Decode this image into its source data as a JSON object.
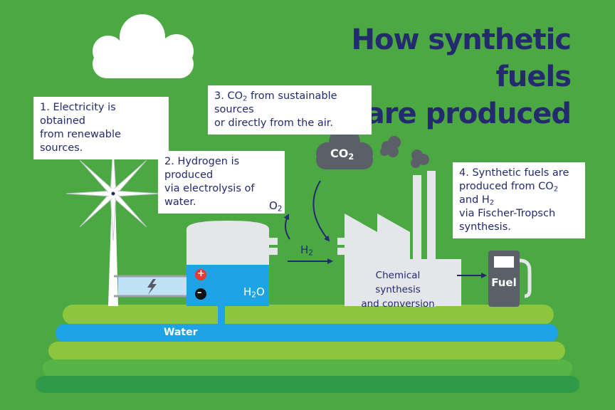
{
  "title": {
    "line1": "How synthetic fuels",
    "line2": "are produced"
  },
  "steps": [
    {
      "line1": "1. Electricity is obtained",
      "line2": "from renewable sources."
    },
    {
      "line1": "2. Hydrogen is produced",
      "line2": "via electrolysis of water."
    },
    {
      "line1_pre": "3. CO",
      "line1_sub": "2",
      "line1_post": " from sustainable sources",
      "line2": "or directly from the air."
    },
    {
      "line1": "4. Synthetic fuels are",
      "line2_pre": "produced from CO",
      "line2_sub": "2",
      "line2_mid": " and H",
      "line2_sub2": "2",
      "line3": "via Fischer-Tropsch",
      "line4": "synthesis."
    }
  ],
  "labels": {
    "co2": "CO",
    "co2_sub": "2",
    "o2": "O",
    "o2_sub": "2",
    "h2": "H",
    "h2_sub": "2",
    "h2o": "H",
    "h2o_sub": "2",
    "h2o_post": "O",
    "plant_line1": "Chemical synthesis",
    "plant_line2": "and conversion",
    "fuel": "Fuel",
    "water": "Water",
    "plus": "+",
    "minus": "–"
  },
  "colors": {
    "background": "#4ca842",
    "title": "#232a6e",
    "water": "#1ea3e6",
    "stripe_light": "#8cc63f",
    "stripe_mid": "#55b547",
    "stripe_dark": "#2f9b4a"
  }
}
